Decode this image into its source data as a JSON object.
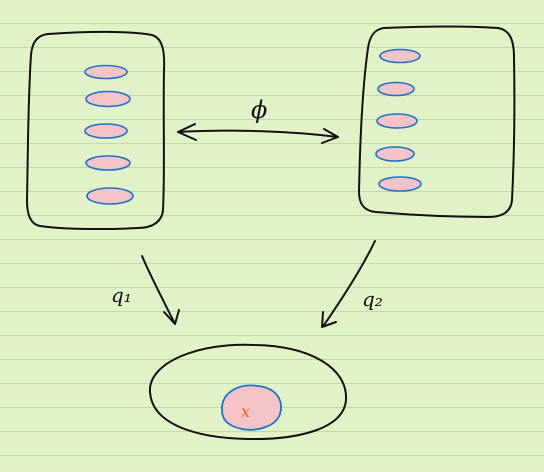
{
  "diagram": {
    "arrow_phi_label": "ϕ",
    "arrow_q1_label": "q₁",
    "arrow_q2_label": "q₂",
    "point_label": "x",
    "left_box_item_count": 5,
    "right_box_item_count": 5
  },
  "colors": {
    "paper": "#e2f2c8",
    "rule_line": "#c3d9a8",
    "ink": "#111111",
    "oval_fill": "#f4c4c8",
    "oval_stroke": "#1e72c8",
    "point_label": "#e8641c"
  }
}
